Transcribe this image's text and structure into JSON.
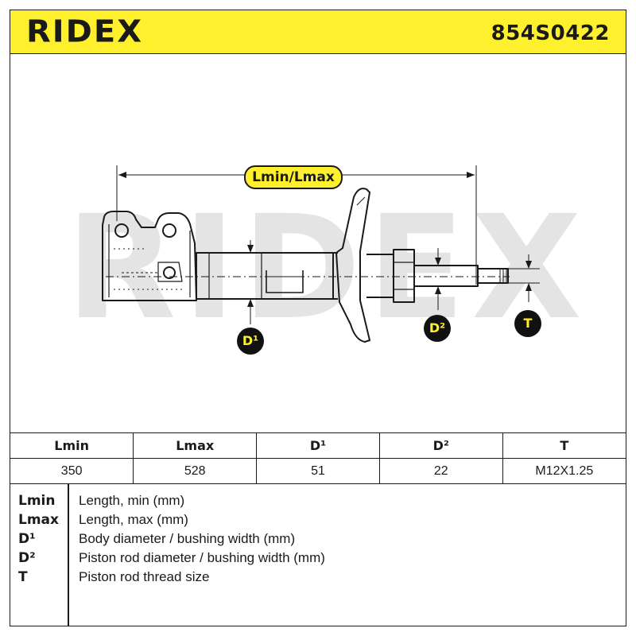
{
  "header": {
    "brand": "RIDEX",
    "part_number": "854S0422"
  },
  "diagram": {
    "watermark": "RIDEX",
    "dimension_labels": {
      "length": "Lmin/Lmax",
      "body_diameter": "D¹",
      "rod_diameter": "D²",
      "thread": "T"
    },
    "colors": {
      "accent_yellow": "#fff02e",
      "line": "#1a1a1a",
      "watermark": "#e4e4e4"
    }
  },
  "spec_table": {
    "headers": [
      "Lmin",
      "Lmax",
      "D¹",
      "D²",
      "T"
    ],
    "values": [
      "350",
      "528",
      "51",
      "22",
      "M12X1.25"
    ]
  },
  "legend": [
    {
      "key": "Lmin",
      "description": "Length, min (mm)"
    },
    {
      "key": "Lmax",
      "description": "Length, max (mm)"
    },
    {
      "key": "D¹",
      "description": "Body diameter / bushing width (mm)"
    },
    {
      "key": "D²",
      "description": "Piston rod diameter / bushing width (mm)"
    },
    {
      "key": "T",
      "description": "Piston rod thread size"
    }
  ]
}
